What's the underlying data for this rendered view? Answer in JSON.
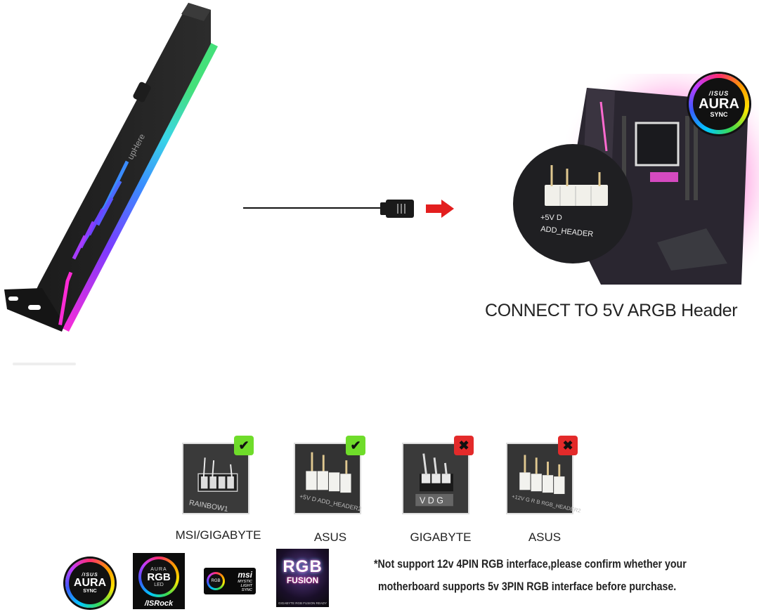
{
  "product": {
    "name": "GPU support bracket ARGB light bar",
    "brand_text": "upHere"
  },
  "cable": {
    "connector": "3pin-argb-connector",
    "arrow_color": "#e31e1e"
  },
  "motherboard": {
    "badge": {
      "brand": "/ISUS",
      "title": "AURA",
      "subtitle": "SYNC"
    },
    "header_labels": {
      "pins": "+5V  D",
      "name": "ADD_HEADER",
      "ground": "⏚"
    },
    "caption": "CONNECT TO 5V ARGB Header"
  },
  "compatibility": [
    {
      "label": "MSI/GIGABYTE",
      "status": "supported",
      "mark": "✔",
      "silk": "RAINBOW1"
    },
    {
      "label": "ASUS",
      "status": "supported",
      "mark": "✔",
      "silk": "+5V D  ADD_HEADER2"
    },
    {
      "label": "GIGABYTE",
      "status": "not-supported",
      "mark": "✖",
      "silk": "V D G"
    },
    {
      "label": "ASUS",
      "status": "not-supported",
      "mark": "✖",
      "silk": "+12V G R B  RGB_HEADER2"
    }
  ],
  "logos": {
    "asus": {
      "brand": "/ISUS",
      "title": "AURA",
      "subtitle": "SYNC"
    },
    "asrock": {
      "line1": "AURA",
      "line2": "RGB",
      "line3": "LED",
      "brand": "/ISRock"
    },
    "msi": {
      "ring": "RGB",
      "brand": "msi",
      "sub": "MYSTIC\nLIGHT\nSYNC"
    },
    "gigabyte": {
      "title": "RGB",
      "subtitle": "FUSION",
      "footer": "GIGABYTE RGB FUSION READY"
    }
  },
  "notice": {
    "line1": "*Not support 12v 4PIN RGB interface,please confirm whether your",
    "line2": "motherboard supports 5v 3PIN RGB interface before purchase."
  },
  "colors": {
    "supported": "#6fdc2a",
    "not_supported": "#e32a2a",
    "text": "#222222"
  }
}
